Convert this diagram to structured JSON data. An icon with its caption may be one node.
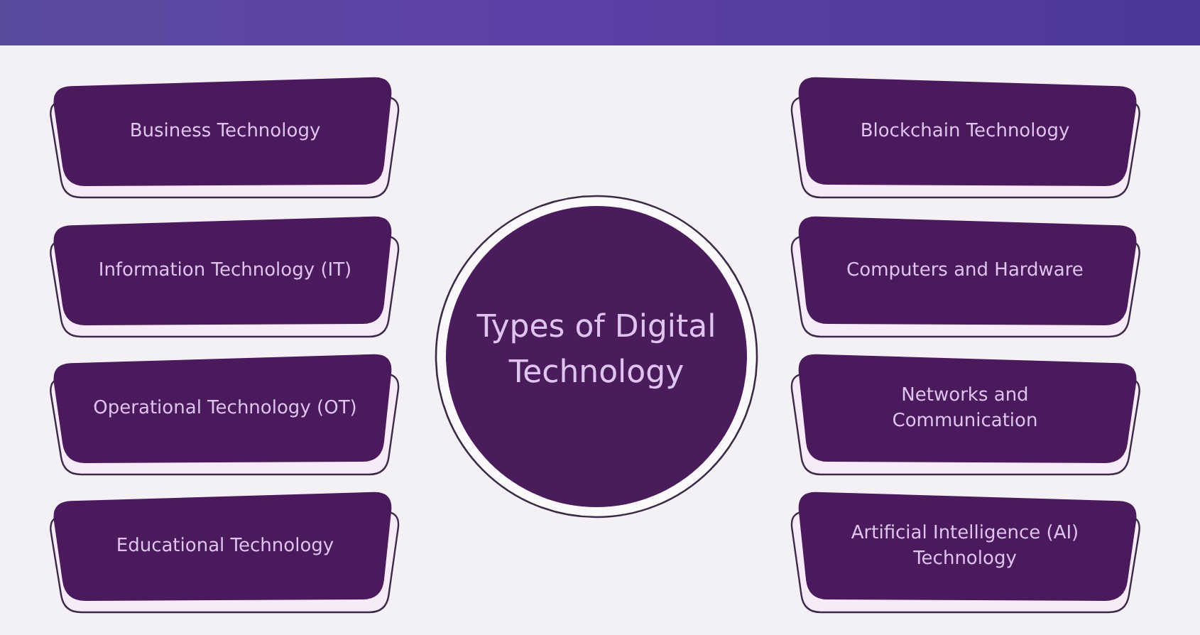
{
  "diagram": {
    "nodes": [
      {
        "text": [
          "Business Technology"
        ]
      },
      {
        "text": [
          "Information Technology (IT)"
        ]
      },
      {
        "text": [
          "Operational Technology (OT)"
        ]
      },
      {
        "text": [
          "Educational Technology"
        ]
      },
      {
        "text": [
          "Types of Digital Technology"
        ]
      },
      {
        "text": [
          "Blockchain Technology"
        ]
      },
      {
        "text": [
          "Computers and Hardware"
        ]
      },
      {
        "text": [
          "Networks and Communication"
        ]
      },
      {
        "text": [
          "Artificial Intelligence (AI) Technology"
        ]
      }
    ]
  }
}
